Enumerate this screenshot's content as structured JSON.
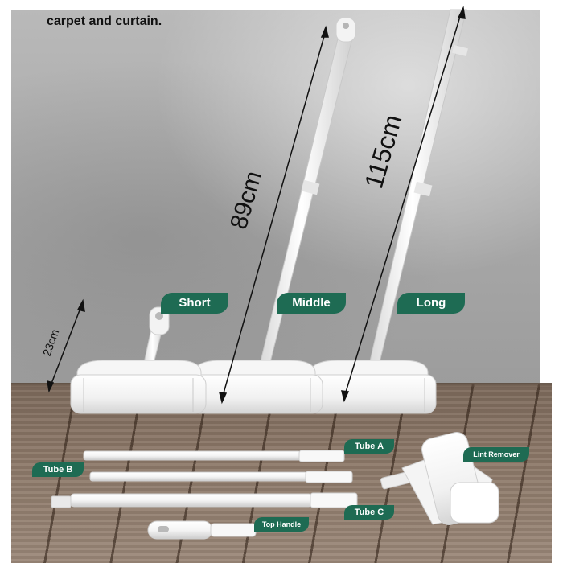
{
  "caption": "carpet and curtain.",
  "sizes": {
    "short_label": "Short",
    "middle_label": "Middle",
    "long_label": "Long"
  },
  "dimensions": {
    "roller_width": "23cm",
    "middle_length": "89cm",
    "long_length": "115cm"
  },
  "parts": {
    "tube_a": "Tube A",
    "tube_b": "Tube B",
    "tube_c": "Tube C",
    "top_handle": "Top Handle",
    "lint_remover": "Lint Remover"
  },
  "colors": {
    "label_bg": "#1e6b53",
    "label_text": "#ffffff",
    "product_white": "#f4f4f4"
  }
}
